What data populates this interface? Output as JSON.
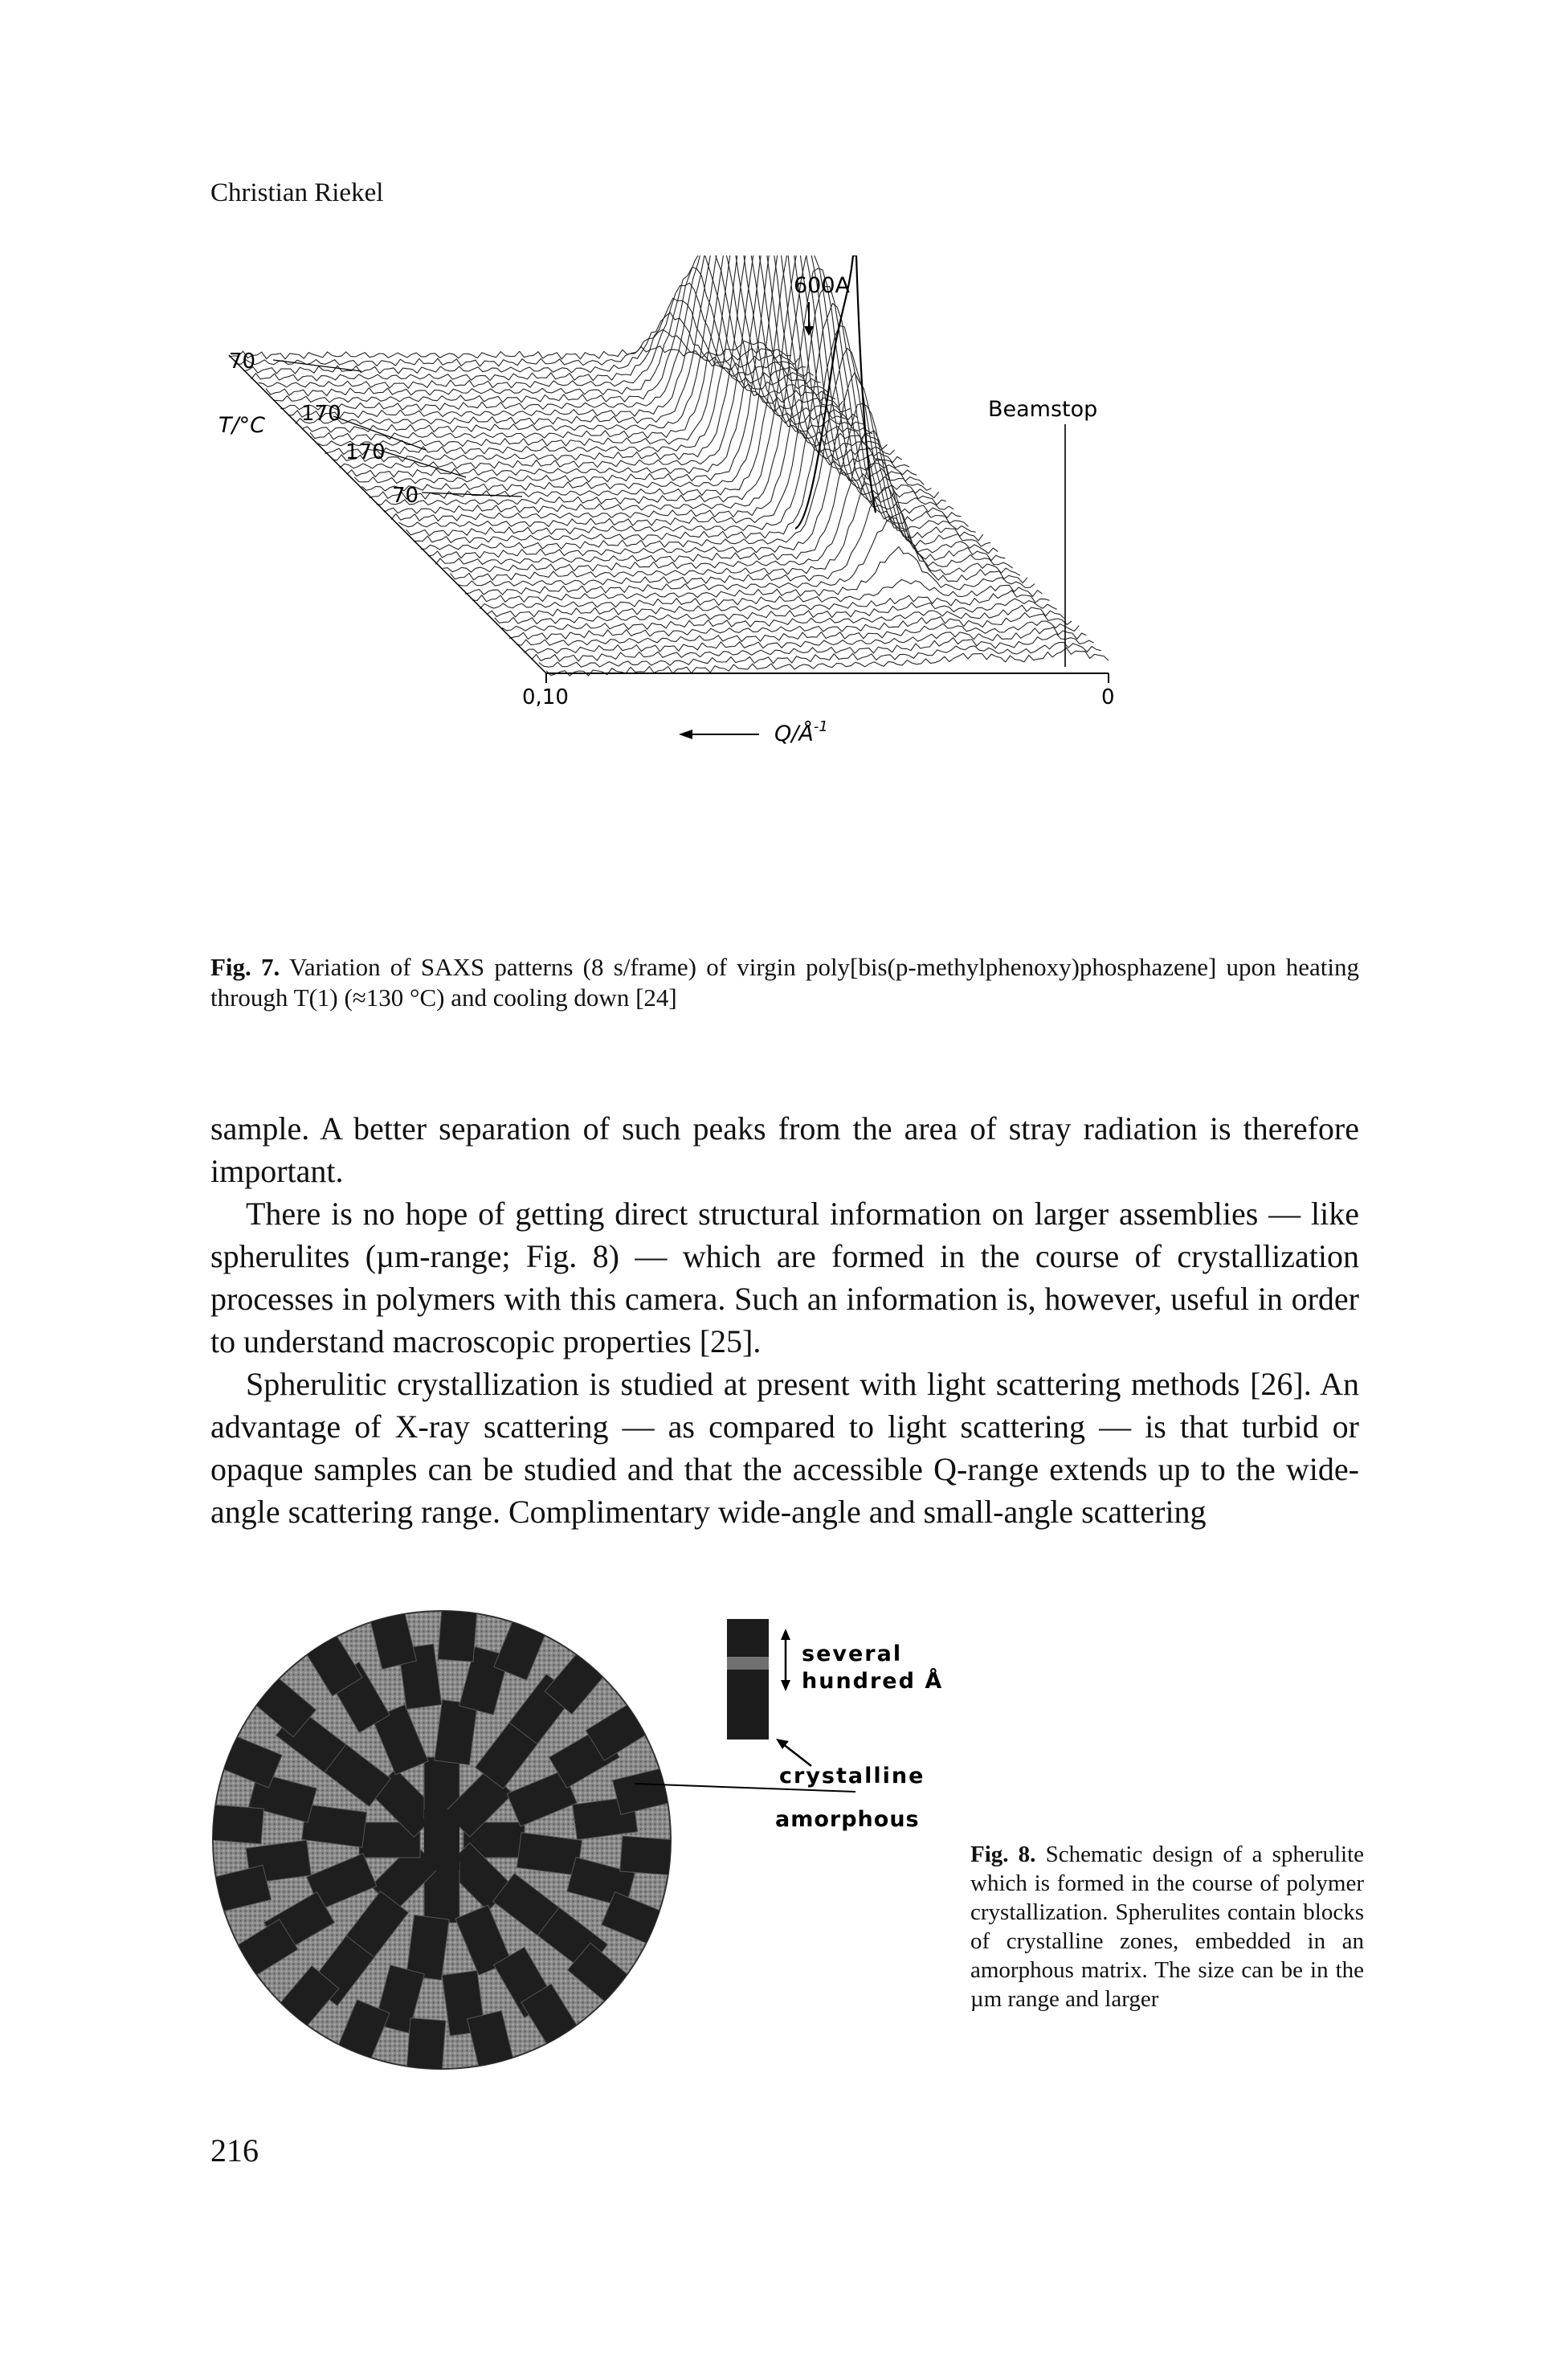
{
  "running_head": "Christian Riekel",
  "figure7": {
    "top_label": "600A",
    "beamstop_label": "Beamstop",
    "t_axis_label": "T/°C",
    "t_ticks": [
      "70",
      "170",
      "170",
      "70"
    ],
    "q_ticks": [
      "0,10",
      "0"
    ],
    "q_axis_label": "Q/Å",
    "q_axis_exponent": "-1",
    "caption_label": "Fig. 7.",
    "caption_text": "Variation of SAXS patterns (8 s/frame) of virgin poly[bis(p-methylphenoxy)phosphazene] upon heating through T(1) (≈130 °C) and cooling down [24]"
  },
  "body": {
    "p1": "sample. A better separation of such peaks from the area of stray radiation is therefore important.",
    "p2": "There is no hope of getting direct structural information on larger assemblies — like spherulites (µm-range; Fig. 8) — which are formed in the course of crystallization processes in polymers with this camera. Such an information is, however, useful in order to understand macroscopic properties [25].",
    "p3": "Spherulitic crystallization is studied at present with light scattering methods [26]. An advantage of X-ray scattering — as compared to light scattering — is that turbid or opaque samples can be studied and that the accessible Q-range extends up to the wide-angle scattering range. Complimentary wide-angle and small-angle scattering"
  },
  "figure8": {
    "label_several": "several",
    "label_hundred": "hundred Å",
    "label_crystalline": "crystalline",
    "label_amorphous": "amorphous",
    "caption_label": "Fig. 8.",
    "caption_text": "Schematic design of a spherulite which is formed in the course of polymer crystallization. Spherulites contain blocks of crystalline zones, embedded in an amorphous matrix. The size can be in the µm range and larger"
  },
  "page_number": "216"
}
